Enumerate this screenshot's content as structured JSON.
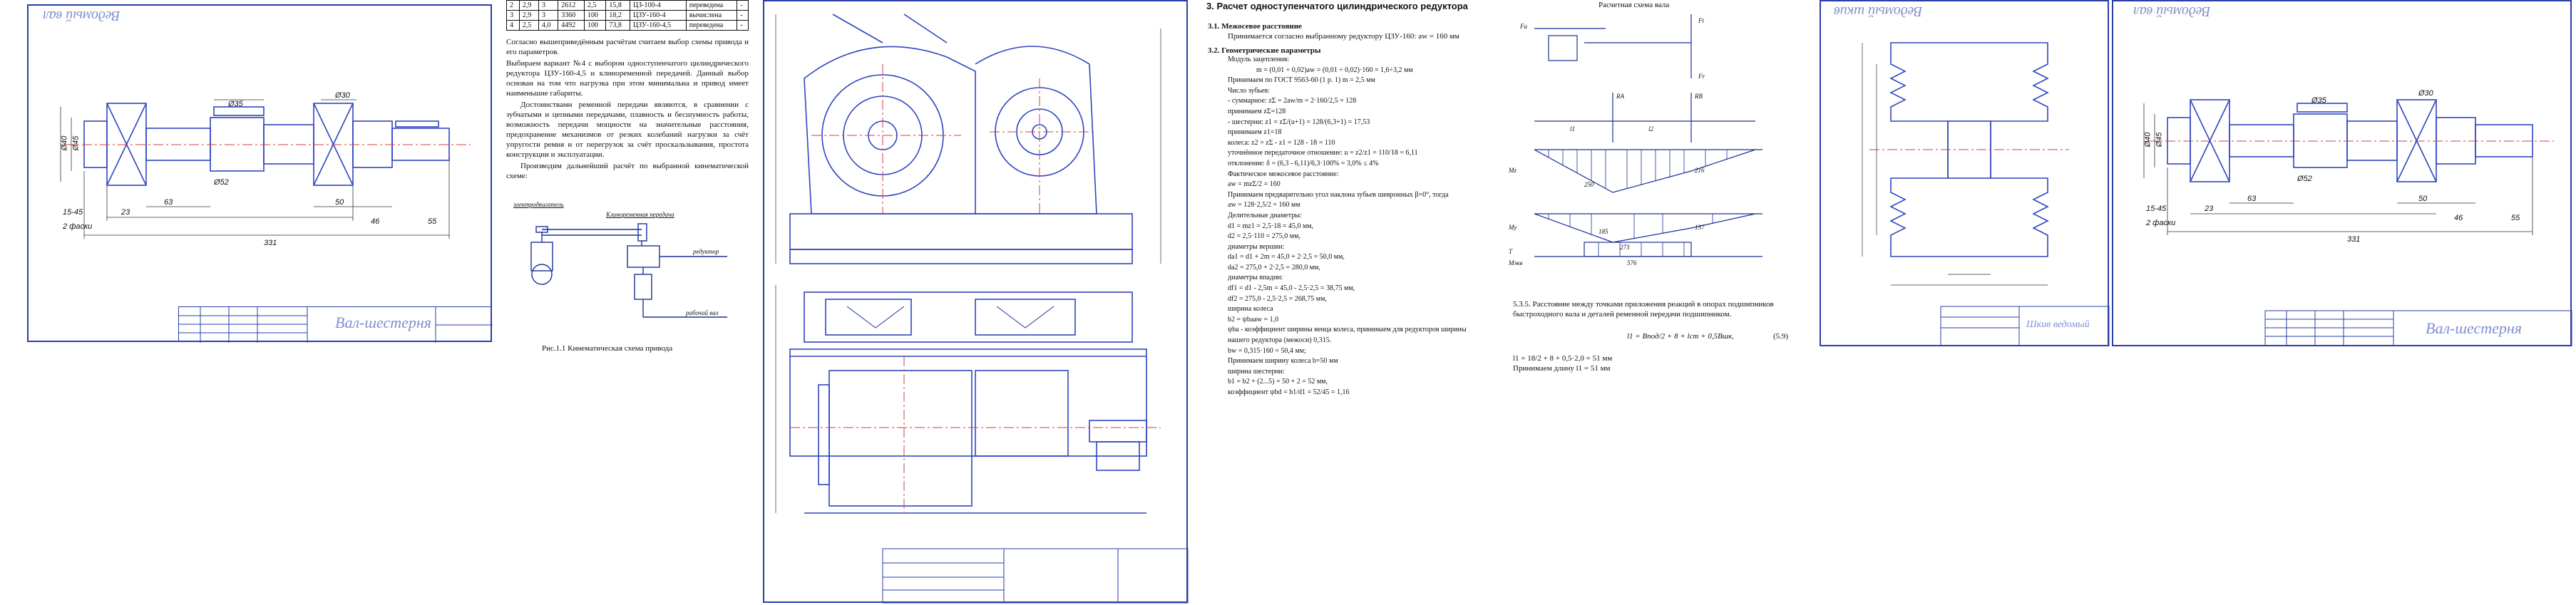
{
  "sheets": {
    "shaft_left": {
      "corner_title": "Ведомый вал",
      "stamp_title": "Вал-шестерня",
      "dims": [
        "Ø40",
        "Ø45",
        "Ø35",
        "Ø30",
        "Ø52",
        "15-45",
        "2 фаски",
        "63",
        "50",
        "23",
        "46",
        "55",
        "331"
      ]
    },
    "text_page": {
      "table_rows": [
        [
          "2",
          "2,9",
          "3",
          "2612",
          "2,5",
          "15,8",
          "ЦЗ-100-4",
          "переведена",
          "-"
        ],
        [
          "3",
          "2,9",
          "3",
          "3360",
          "100",
          "18,2",
          "ЦЗУ-160-4",
          "вычислена",
          "-"
        ],
        [
          "4",
          "2,5",
          "4,0",
          "4492",
          "100",
          "73,8",
          "ЦЗУ-160-4,5",
          "переведена",
          "-"
        ]
      ],
      "paragraphs": [
        "Согласно вышеприведённым расчётам считаем выбор схемы привода и его параметров.",
        "Выбираем вариант №4 с выбором одноступенчатого цилиндрического редуктора ЦЗУ-160-4,5 и клиноременной передачей. Данный выбор основан на том что нагрузка при этом минимальна и привод имеет наименьшие габариты.",
        "Достоинствами ременной передачи являются, в сравнении с зубчатыми и цепными передачами, плавность и бесшумность работы, возможность передачи мощности на значительные расстояния, предохранение механизмов от резких колебаний нагрузки за счёт упругости ремня и от перегрузок за счёт проскальзывания, простота конструкции и эксплуатации.",
        "Производим дальнейший расчёт по выбранной кинематической схеме:"
      ],
      "scheme_labels": [
        "электродвигатель",
        "Клиноременная передача",
        "редуктор",
        "рабочий вал"
      ],
      "figure_caption": "Рис.1.1 Кинематическая схема привода"
    },
    "assembly": {
      "corner_title": "",
      "stamp_title": ""
    },
    "calc_page": {
      "title": "3. Расчет одноступенчатого цилиндрического редуктора",
      "s31": "3.1.     Межосевое расстояние",
      "s31_text": "Принимается согласно выбранному редуктору ЦЗУ-160: aw = 160 мм",
      "s32": "3.2.     Геометрические параметры",
      "lines": [
        "Модуль зацепления:",
        "m = (0,01 ÷ 0,02)aw = (0,01 ÷ 0,02)·160 = 1,6÷3,2 мм",
        "Принимаем по ГОСТ 9563-60 (1 р. 1) m = 2,5 мм",
        "Число зубьев:",
        "- суммарное: zΣ = 2aw/m = 2·160/2,5 = 128",
        "принимаем zΣ=128",
        "- шестерни: z1 = zΣ/(u+1) = 128/(6,3+1) = 17,53",
        "принимаем z1=18",
        "колеса: z2 = zΣ - z1 = 128 - 18 = 110",
        "уточнённое передаточное отношение: u = z2/z1 = 110/18 = 6,11",
        "отклонение: δ = (6,3 - 6,11)/6,3·100% = 3,0% ≤ 4%",
        "Фактическое межосевое расстояние:",
        "aw = mzΣ/2 = 160",
        "Принимаем предварительно угол наклона зубьев шевронных β=0°, тогда",
        "aw = 128·2,5/2 = 160 мм",
        "Делительные диаметры:",
        "d1 = mz1 = 2,5·18 = 45,0 мм,",
        "d2 = 2,5·110 = 275,0 мм,",
        "диаметры вершин:",
        "da1 = d1 + 2m = 45,0 + 2·2,5 = 50,0 мм,",
        "da2 = 275,0 + 2·2,5 = 280,0 мм,",
        "диаметры впадин:",
        "df1 = d1 - 2,5m = 45,0 - 2,5·2,5 = 38,75 мм,",
        "df2 = 275,0 - 2,5·2,5 = 268,75 мм,",
        "ширина колеса",
        "b2 = ψbaaw = 1,0",
        "ψba - коэффициент ширины венца колеса, принимаем для редукторов ширины",
        "нашего редуктора (межоси) 0,315.",
        "bw = 0,315·160 = 50,4 мм;",
        "Принимаем ширину колеса b=50 мм",
        "ширина шестерни:",
        "b1 = b2 + (2...5) = 50 + 2 = 52 мм,",
        "коэффициент ψbd = b1/d1 = 52/45 = 1,16"
      ]
    },
    "forces": {
      "title": "Расчетная схема вала",
      "labels": [
        "Fa",
        "Ft",
        "Fr",
        "RA",
        "RB",
        "l1",
        "l2",
        "Mz",
        "My",
        "T",
        "Mэкв"
      ],
      "values": [
        "250",
        "216",
        "185",
        "273",
        "137",
        "576"
      ],
      "text1": "5.3.5. Расстояние между точками приложения реакций в опорах подшипников быстроходного вала и деталей ременной передачи подшипником.",
      "formula": "l1 = Bпод/2 + 8 + lст + 0,5Bшк,",
      "eq": "(5.9)",
      "text2": "l1 = 18/2 + 8 + 0,5·2,0 = 51 мм",
      "text3": "Принимаем длину l1 = 51 мм"
    },
    "pulley": {
      "corner_title": "Ведомый шкив",
      "stamp_title": "Шкив ведомый"
    },
    "shaft_right": {
      "corner_title": "Ведомый вал",
      "stamp_title": "Вал-шестерня",
      "dims": [
        "Ø40",
        "Ø45",
        "Ø35",
        "Ø30",
        "Ø52",
        "15-45",
        "2 фаски",
        "63",
        "50",
        "23",
        "46",
        "55",
        "331"
      ]
    }
  },
  "colors": {
    "frame": "#2a3fa8",
    "line": "#2f45c0",
    "center": "#d04040",
    "dim": "#333333",
    "muted": "#7f8fd0"
  }
}
